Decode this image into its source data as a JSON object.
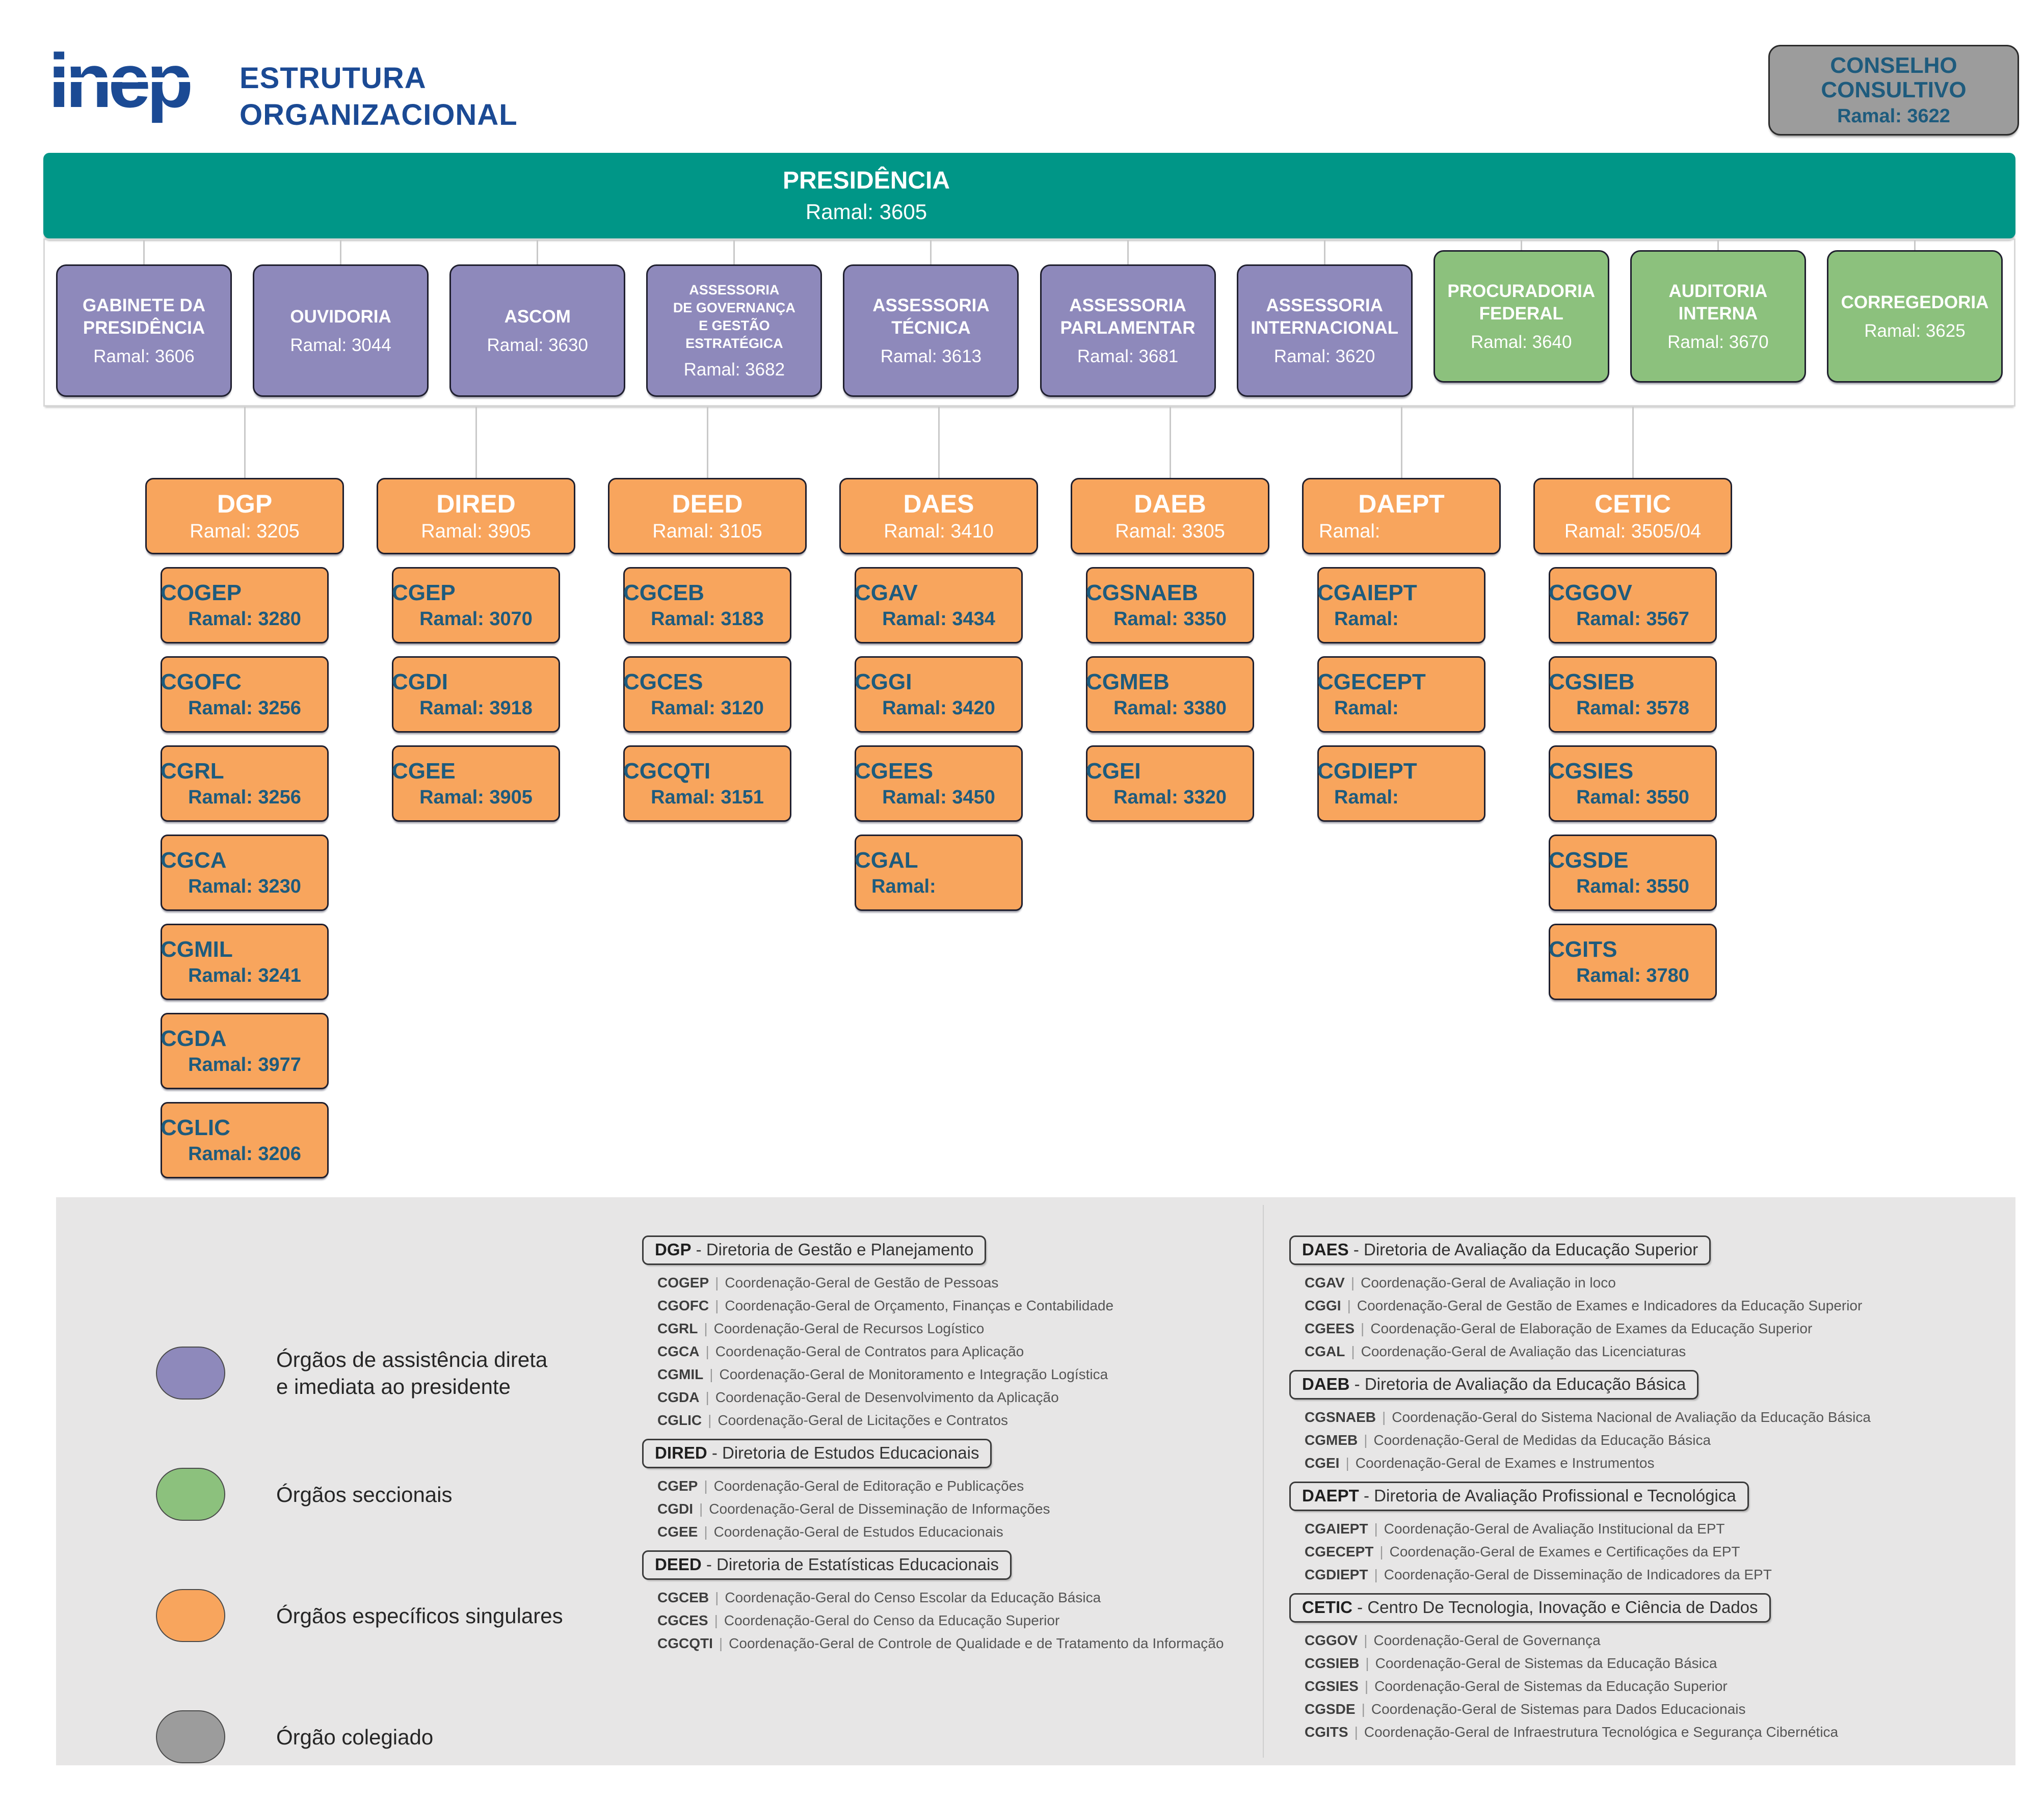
{
  "header": {
    "logo_text": "inep",
    "title_line1": "ESTRUTURA",
    "title_line2": "ORGANIZACIONAL"
  },
  "conselho": {
    "name": "CONSELHO CONSULTIVO",
    "ramal": "Ramal: 3622"
  },
  "presidencia": {
    "name": "PRESIDÊNCIA",
    "ramal": "Ramal: 3605"
  },
  "colors": {
    "teal": "#009687",
    "purple": "#8e89bb",
    "green": "#8cc17d",
    "orange": "#f8a55d",
    "gray": "#9c9c9c",
    "navy": "#1b4a94",
    "child_text": "#1e5b7d"
  },
  "row2": [
    {
      "name": "GABINETE DA PRESIDÊNCIA",
      "ramal": "Ramal: 3606",
      "color": "purple"
    },
    {
      "name": "OUVIDORIA",
      "ramal": "Ramal: 3044",
      "color": "purple"
    },
    {
      "name": "ASCOM",
      "ramal": "Ramal: 3630",
      "color": "purple"
    },
    {
      "name": "ASSESSORIA\nDE GOVERNANÇA\nE GESTÃO ESTRATÉGICA",
      "ramal": "Ramal: 3682",
      "color": "purple",
      "small": true
    },
    {
      "name": "ASSESSORIA TÉCNICA",
      "ramal": "Ramal: 3613",
      "color": "purple"
    },
    {
      "name": "ASSESSORIA PARLAMENTAR",
      "ramal": "Ramal: 3681",
      "color": "purple"
    },
    {
      "name": "ASSESSORIA INTERNACIONAL",
      "ramal": "Ramal: 3620",
      "color": "purple"
    },
    {
      "name": "PROCURADORIA FEDERAL",
      "ramal": "Ramal: 3640",
      "color": "green"
    },
    {
      "name": "AUDITORIA INTERNA",
      "ramal": "Ramal: 3670",
      "color": "green"
    },
    {
      "name": "CORREGEDORIA",
      "ramal": "Ramal: 3625",
      "color": "green"
    }
  ],
  "columns": [
    {
      "director": {
        "name": "DGP",
        "ramal": "Ramal: 3205"
      },
      "children": [
        {
          "name": "COGEP",
          "ramal": "Ramal: 3280"
        },
        {
          "name": "CGOFC",
          "ramal": "Ramal: 3256"
        },
        {
          "name": "CGRL",
          "ramal": "Ramal: 3256"
        },
        {
          "name": "CGCA",
          "ramal": "Ramal: 3230"
        },
        {
          "name": "CGMIL",
          "ramal": "Ramal: 3241"
        },
        {
          "name": "CGDA",
          "ramal": "Ramal: 3977"
        },
        {
          "name": "CGLIC",
          "ramal": "Ramal: 3206"
        }
      ]
    },
    {
      "director": {
        "name": "DIRED",
        "ramal": "Ramal: 3905"
      },
      "children": [
        {
          "name": "CGEP",
          "ramal": "Ramal: 3070"
        },
        {
          "name": "CGDI",
          "ramal": "Ramal: 3918"
        },
        {
          "name": "CGEE",
          "ramal": "Ramal: 3905"
        }
      ]
    },
    {
      "director": {
        "name": "DEED",
        "ramal": "Ramal: 3105"
      },
      "children": [
        {
          "name": "CGCEB",
          "ramal": "Ramal: 3183"
        },
        {
          "name": "CGCES",
          "ramal": "Ramal: 3120"
        },
        {
          "name": "CGCQTI",
          "ramal": "Ramal: 3151"
        }
      ]
    },
    {
      "director": {
        "name": "DAES",
        "ramal": "Ramal: 3410"
      },
      "children": [
        {
          "name": "CGAV",
          "ramal": "Ramal: 3434"
        },
        {
          "name": "CGGI",
          "ramal": "Ramal: 3420"
        },
        {
          "name": "CGEES",
          "ramal": "Ramal: 3450"
        },
        {
          "name": "CGAL",
          "ramal": "Ramal:"
        }
      ]
    },
    {
      "director": {
        "name": "DAEB",
        "ramal": "Ramal: 3305"
      },
      "children": [
        {
          "name": "CGSNAEB",
          "ramal": "Ramal: 3350"
        },
        {
          "name": "CGMEB",
          "ramal": "Ramal: 3380"
        },
        {
          "name": "CGEI",
          "ramal": "Ramal: 3320"
        }
      ]
    },
    {
      "director": {
        "name": "DAEPT",
        "ramal": "Ramal:"
      },
      "children": [
        {
          "name": "CGAIEPT",
          "ramal": "Ramal:"
        },
        {
          "name": "CGECEPT",
          "ramal": "Ramal:"
        },
        {
          "name": "CGDIEPT",
          "ramal": "Ramal:"
        }
      ]
    },
    {
      "director": {
        "name": "CETIC",
        "ramal": "Ramal: 3505/04"
      },
      "children": [
        {
          "name": "CGGOV",
          "ramal": "Ramal: 3567"
        },
        {
          "name": "CGSIEB",
          "ramal": "Ramal: 3578"
        },
        {
          "name": "CGSIES",
          "ramal": "Ramal: 3550"
        },
        {
          "name": "CGSDE",
          "ramal": "Ramal: 3550"
        },
        {
          "name": "CGITS",
          "ramal": "Ramal: 3780"
        }
      ]
    }
  ],
  "legend": {
    "items": [
      {
        "label": "Órgãos de assistência direta\ne imediata ao presidente",
        "color": "#8e89bb"
      },
      {
        "label": "Órgãos seccionais",
        "color": "#8cc17d"
      },
      {
        "label": "Órgãos específicos singulares",
        "color": "#f8a55d"
      },
      {
        "label": "Órgão colegiado",
        "color": "#9c9c9c"
      }
    ]
  },
  "directory": {
    "separator": "|",
    "left": [
      {
        "code": "DGP",
        "rest": " - Diretoria de Gestão e Planejamento",
        "items": [
          {
            "code": "COGEP",
            "desc": "Coordenação-Geral de Gestão de Pessoas"
          },
          {
            "code": "CGOFC",
            "desc": "Coordenação-Geral de Orçamento, Finanças e Contabilidade"
          },
          {
            "code": "CGRL",
            "desc": "Coordenação-Geral de Recursos Logístico"
          },
          {
            "code": "CGCA",
            "desc": "Coordenação-Geral de Contratos para Aplicação"
          },
          {
            "code": "CGMIL",
            "desc": "Coordenação-Geral de Monitoramento e Integração Logística"
          },
          {
            "code": "CGDA",
            "desc": "Coordenação-Geral de Desenvolvimento da Aplicação"
          },
          {
            "code": "CGLIC",
            "desc": "Coordenação-Geral de Licitações e Contratos"
          }
        ]
      },
      {
        "code": "DIRED",
        "rest": " - Diretoria de Estudos Educacionais",
        "items": [
          {
            "code": "CGEP",
            "desc": "Coordenação-Geral de Editoração e Publicações"
          },
          {
            "code": "CGDI",
            "desc": "Coordenação-Geral de Disseminação de Informações"
          },
          {
            "code": "CGEE",
            "desc": "Coordenação-Geral de Estudos Educacionais"
          }
        ]
      },
      {
        "code": "DEED",
        "rest": " - Diretoria de Estatísticas Educacionais",
        "items": [
          {
            "code": "CGCEB",
            "desc": "Coordenação-Geral do Censo Escolar da Educação Básica"
          },
          {
            "code": "CGCES",
            "desc": "Coordenação-Geral do Censo da Educação Superior"
          },
          {
            "code": "CGCQTI",
            "desc": "Coordenação-Geral de Controle de Qualidade e de Tratamento da Informação"
          }
        ]
      }
    ],
    "right": [
      {
        "code": "DAES",
        "rest": " - Diretoria de Avaliação da Educação Superior",
        "items": [
          {
            "code": "CGAV",
            "desc": "Coordenação-Geral de Avaliação in loco"
          },
          {
            "code": "CGGI",
            "desc": "Coordenação-Geral de Gestão de Exames e Indicadores da Educação Superior"
          },
          {
            "code": "CGEES",
            "desc": "Coordenação-Geral de Elaboração de Exames da Educação Superior"
          },
          {
            "code": "CGAL",
            "desc": "Coordenação-Geral de Avaliação das Licenciaturas"
          }
        ]
      },
      {
        "code": "DAEB",
        "rest": " - Diretoria de Avaliação da Educação Básica",
        "items": [
          {
            "code": "CGSNAEB",
            "desc": "Coordenação-Geral do Sistema Nacional de Avaliação da Educação Básica"
          },
          {
            "code": "CGMEB",
            "desc": "Coordenação-Geral de Medidas da Educação Básica"
          },
          {
            "code": "CGEI",
            "desc": "Coordenação-Geral de Exames e Instrumentos"
          }
        ]
      },
      {
        "code": "DAEPT",
        "rest": " - Diretoria de Avaliação Profissional e Tecnológica",
        "items": [
          {
            "code": "CGAIEPT",
            "desc": "Coordenação-Geral de Avaliação Institucional da EPT"
          },
          {
            "code": "CGECEPT",
            "desc": "Coordenação-Geral de Exames e Certificações da EPT"
          },
          {
            "code": "CGDIEPT",
            "desc": "Coordenação-Geral de Disseminação de Indicadores da EPT"
          }
        ]
      },
      {
        "code": "CETIC",
        "rest": " - Centro De Tecnologia, Inovação e Ciência de Dados",
        "items": [
          {
            "code": "CGGOV",
            "desc": "Coordenação-Geral de Governança"
          },
          {
            "code": "CGSIEB",
            "desc": "Coordenação-Geral de Sistemas da Educação Básica"
          },
          {
            "code": "CGSIES",
            "desc": "Coordenação-Geral de Sistemas da Educação Superior"
          },
          {
            "code": "CGSDE",
            "desc": "Coordenação-Geral de Sistemas para Dados Educacionais"
          },
          {
            "code": "CGITS",
            "desc": "Coordenação-Geral de Infraestrutura Tecnológica e Segurança Cibernética"
          }
        ]
      }
    ]
  }
}
